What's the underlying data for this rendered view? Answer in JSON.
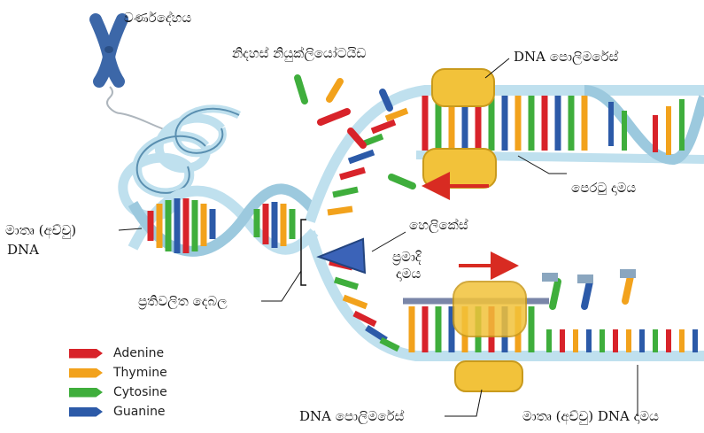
{
  "labels": {
    "chromosome": "වර්ණදේහය",
    "nucleotides": "නිදහස් නියුක්ලියෝටයිඩ",
    "dna_polymerase_top": "DNA පොලිමරේස්",
    "leading_strand": "පෙරටු දාමය",
    "helicase": "හෙලිකේස්",
    "lagging_strand_line1": "ප්‍රමාදි",
    "lagging_strand_line2": "දාමය",
    "parent_dna_line1": "මාතෘ (අච්චු)",
    "parent_dna_line2": "DNA",
    "replication_fork": "ප්‍රතිවලිත දෙබල",
    "dna_polymerase_bottom": "DNA පොලිමරේස්",
    "parent_strand": "මාතෘ (අච්චු) DNA දාමය"
  },
  "legend": [
    {
      "name": "Adenine",
      "color": "#d8232a"
    },
    {
      "name": "Thymine",
      "color": "#f2a21c"
    },
    {
      "name": "Cytosine",
      "color": "#3fae3c"
    },
    {
      "name": "Guanine",
      "color": "#2c5aa8"
    }
  ],
  "colors": {
    "backbone": "#bfe0ee",
    "backbone_edge": "#5a8fb0",
    "polymerase": "#f2c23a",
    "helicase": "#3b63b8",
    "arrow": "#d82b22",
    "chromosome": "#3c67a8"
  }
}
